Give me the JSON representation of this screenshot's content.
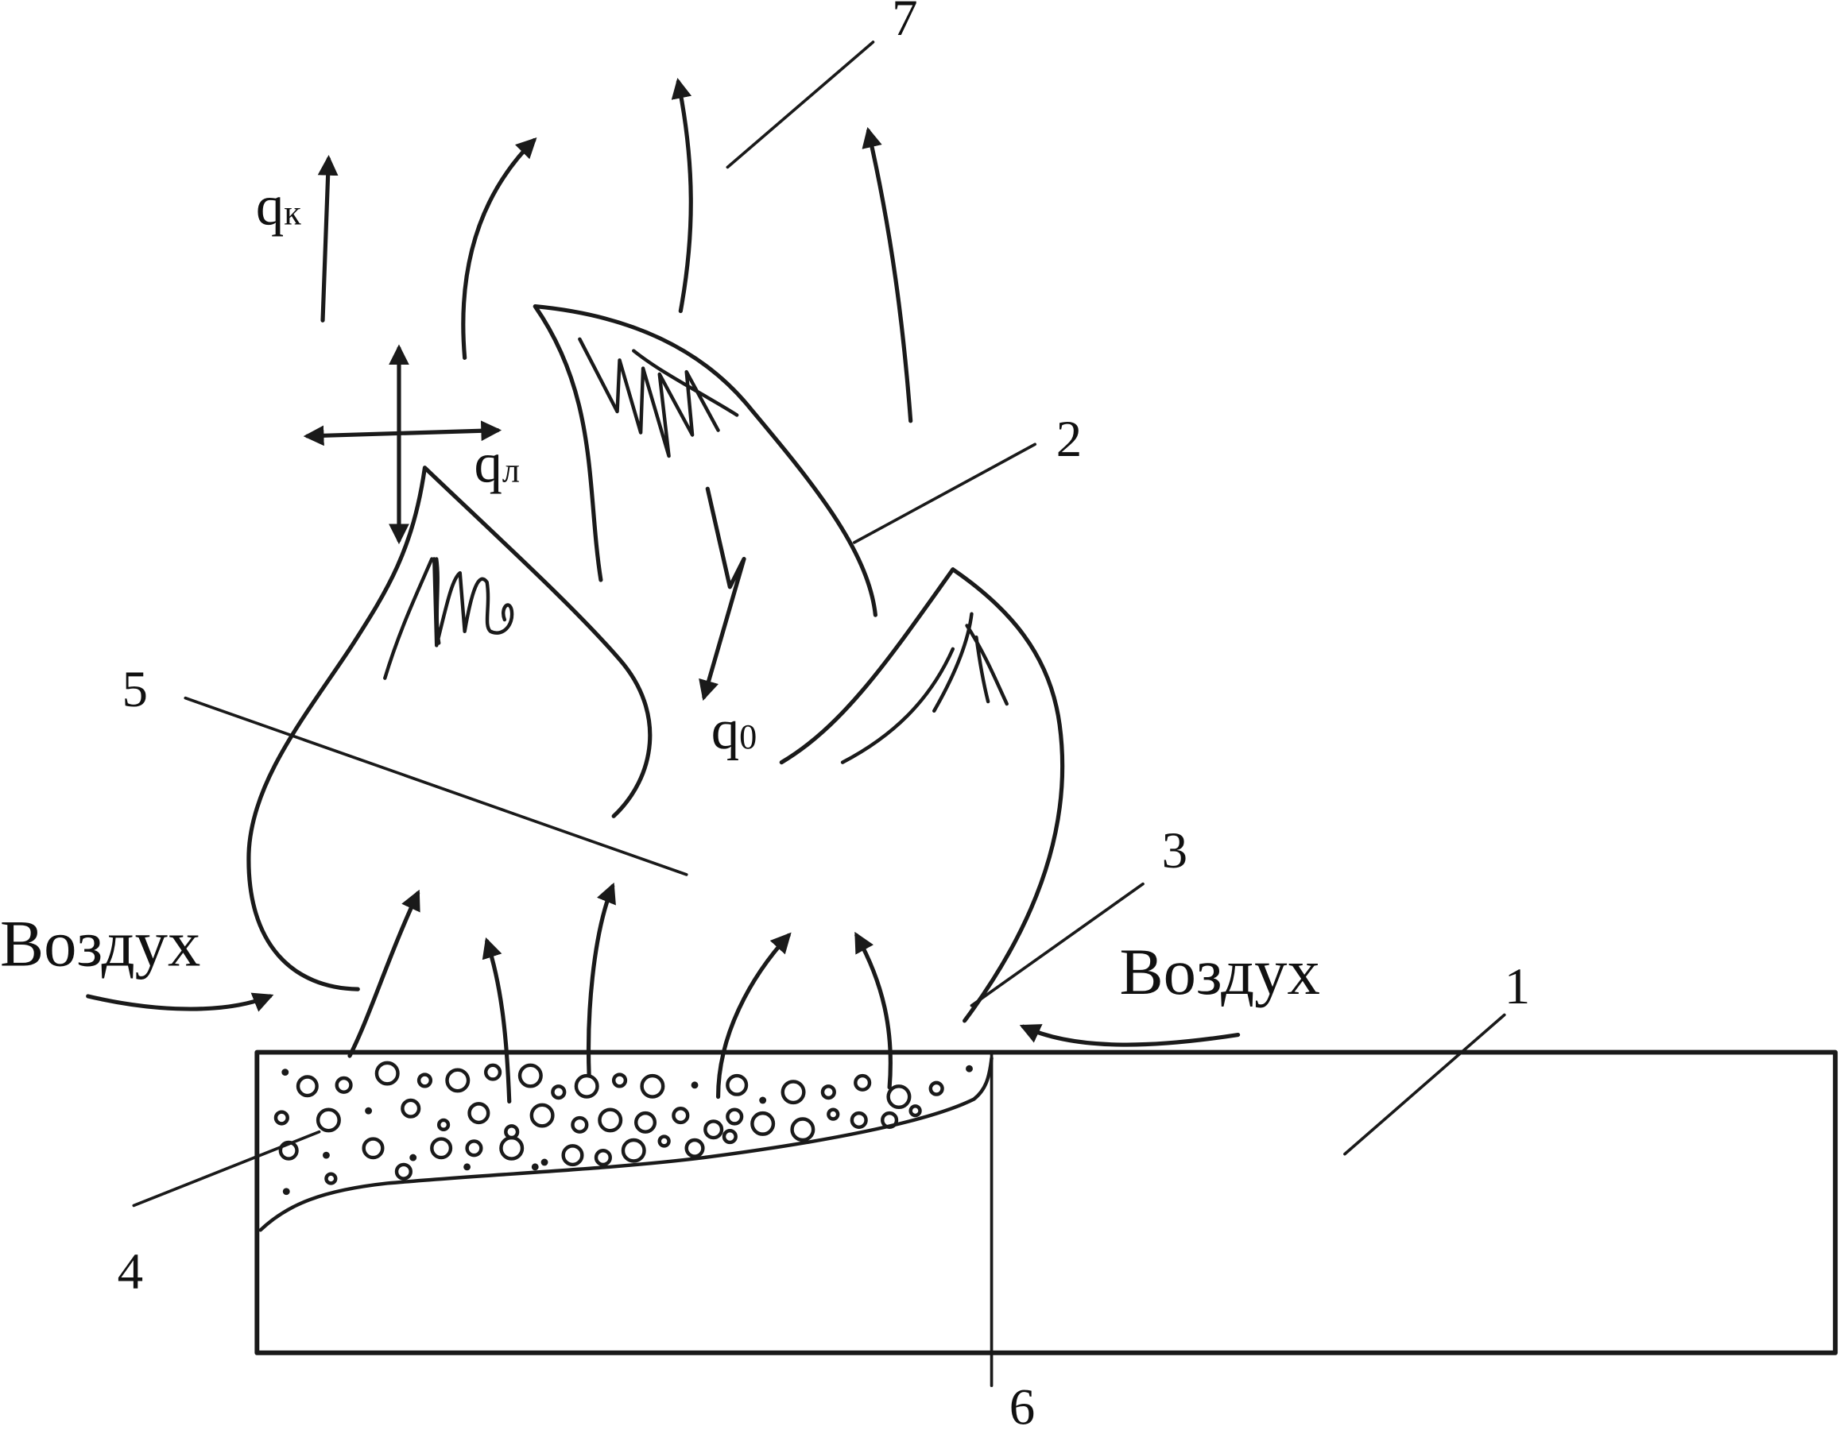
{
  "labels": {
    "n1": "1",
    "n2": "2",
    "n3": "3",
    "n4": "4",
    "n5": "5",
    "n6": "6",
    "n7": "7"
  },
  "air_left": "Воздух",
  "air_right": "Воздух",
  "heat": {
    "qk_main": "q",
    "qk_sub": "к",
    "ql_main": "q",
    "ql_sub": "л",
    "q0_main": "q",
    "q0_sub": "0"
  },
  "colors": {
    "ink": "#1a1a1a",
    "background": "#ffffff"
  }
}
